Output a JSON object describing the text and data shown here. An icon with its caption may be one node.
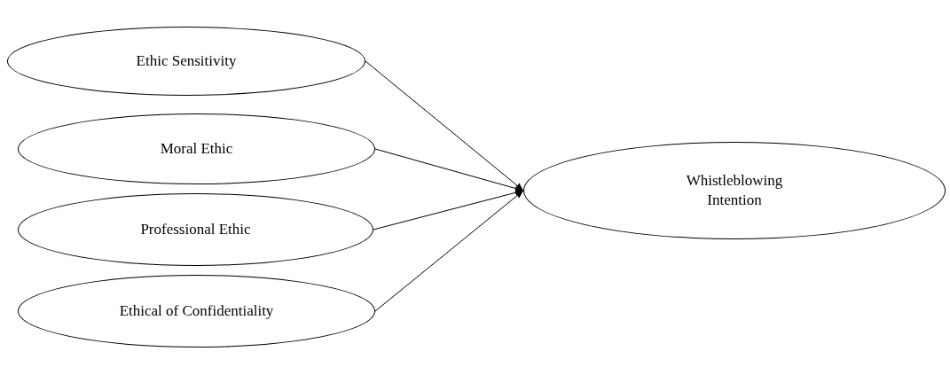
{
  "diagram": {
    "nodes": [
      {
        "text": [
          "Ethic Sensitivity"
        ]
      },
      {
        "text": [
          "Moral Ethic"
        ]
      },
      {
        "text": [
          "Professional Ethic"
        ]
      },
      {
        "text": [
          "Ethical of Confidentiality"
        ]
      },
      {
        "text": [
          "Whistleblowing Intention"
        ]
      }
    ],
    "edges": [
      {
        "from": 0,
        "to": 4,
        "arrow": "to"
      },
      {
        "from": 1,
        "to": 4,
        "arrow": "to"
      },
      {
        "from": 2,
        "to": 4,
        "arrow": "to"
      },
      {
        "from": 3,
        "to": 4,
        "arrow": "to"
      }
    ]
  }
}
